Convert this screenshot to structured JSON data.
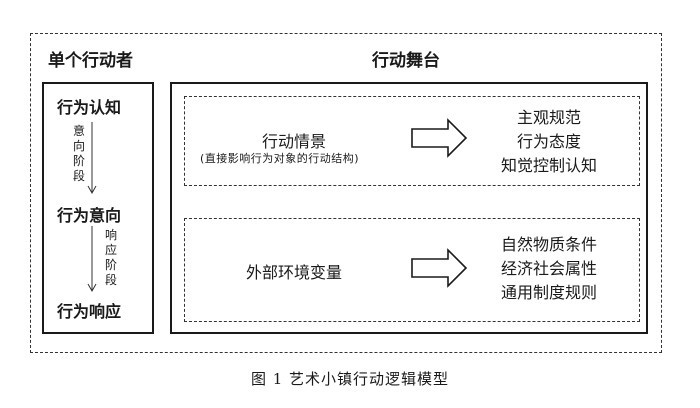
{
  "actor": {
    "title": "单个行动者",
    "stages": [
      "行为认知",
      "行为意向",
      "行为响应"
    ],
    "phases": [
      "意向阶段",
      "响应阶段"
    ]
  },
  "stage": {
    "title": "行动舞台",
    "situation": {
      "label": "行动情景",
      "sublabel": "(直接影响行为对象的行动结构)",
      "outputs": [
        "主观规范",
        "行为态度",
        "知觉控制认知"
      ]
    },
    "external": {
      "label": "外部环境变量",
      "outputs": [
        "自然物质条件",
        "经济社会属性",
        "通用制度规则"
      ]
    }
  },
  "caption": "图 1  艺术小镇行动逻辑模型"
}
